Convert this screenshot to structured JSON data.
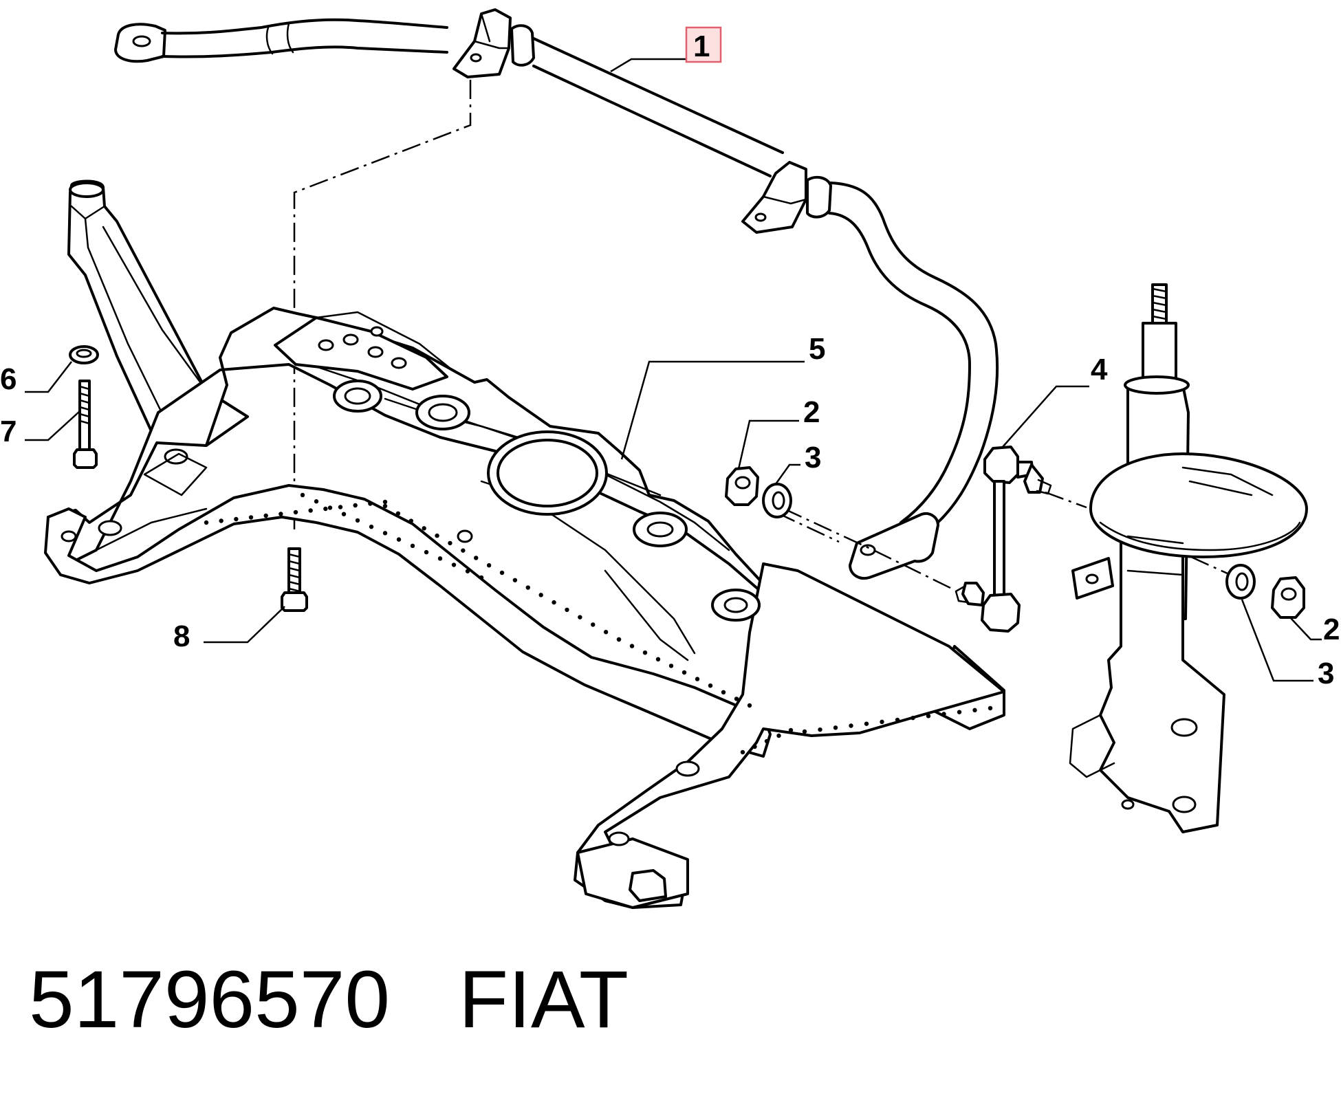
{
  "caption": {
    "part_number": "51796570",
    "brand": "FIAT"
  },
  "callouts": [
    {
      "id": "c1",
      "label": "1",
      "highlighted": true
    },
    {
      "id": "c2a",
      "label": "2"
    },
    {
      "id": "c2b",
      "label": "2"
    },
    {
      "id": "c3a",
      "label": "3"
    },
    {
      "id": "c3b",
      "label": "3"
    },
    {
      "id": "c4",
      "label": "4"
    },
    {
      "id": "c5",
      "label": "5"
    },
    {
      "id": "c6",
      "label": "6"
    },
    {
      "id": "c7",
      "label": "7"
    },
    {
      "id": "c8",
      "label": "8"
    }
  ],
  "colors": {
    "line": "#000000",
    "highlight_fill": "#fde0e0",
    "highlight_border": "#e06070",
    "background": "#ffffff"
  }
}
